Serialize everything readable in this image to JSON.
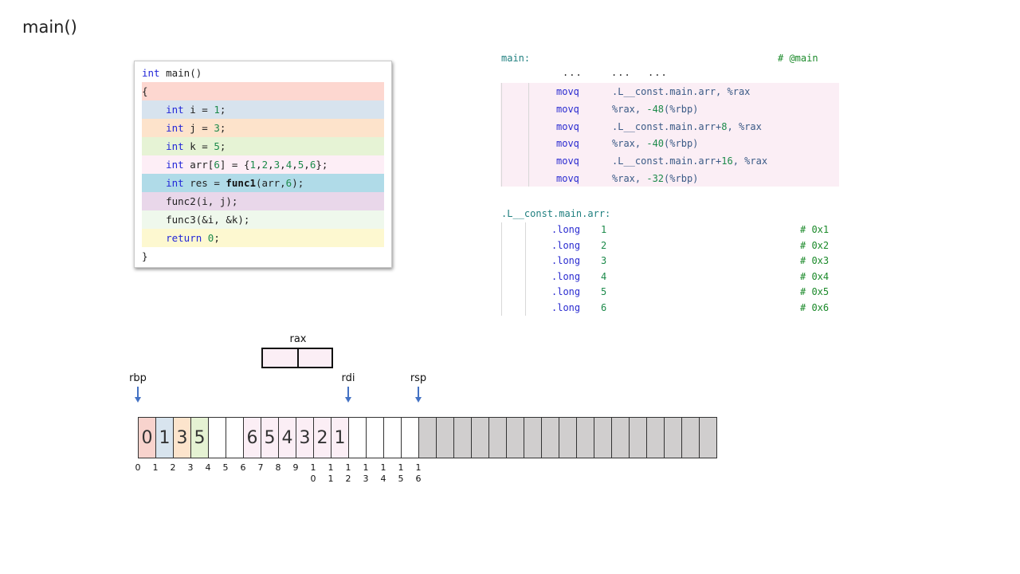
{
  "title": "main()",
  "c_code": {
    "lines": [
      {
        "parts": [
          {
            "t": "int",
            "c": "kw"
          },
          {
            "t": " main()",
            "c": ""
          }
        ],
        "bg": "#ffffff"
      },
      {
        "parts": [
          {
            "t": "{",
            "c": ""
          }
        ],
        "bg": "#fdd7d0"
      },
      {
        "parts": [
          {
            "t": "    ",
            "c": ""
          },
          {
            "t": "int",
            "c": "kw"
          },
          {
            "t": " i = ",
            "c": ""
          },
          {
            "t": "1",
            "c": "num"
          },
          {
            "t": ";",
            "c": ""
          }
        ],
        "bg": "#d7e3ee"
      },
      {
        "parts": [
          {
            "t": "    ",
            "c": ""
          },
          {
            "t": "int",
            "c": "kw"
          },
          {
            "t": " j = ",
            "c": ""
          },
          {
            "t": "3",
            "c": "num"
          },
          {
            "t": ";",
            "c": ""
          }
        ],
        "bg": "#fde3cb"
      },
      {
        "parts": [
          {
            "t": "    ",
            "c": ""
          },
          {
            "t": "int",
            "c": "kw"
          },
          {
            "t": " k = ",
            "c": ""
          },
          {
            "t": "5",
            "c": "num"
          },
          {
            "t": ";",
            "c": ""
          }
        ],
        "bg": "#e6f3d5"
      },
      {
        "parts": [
          {
            "t": "    ",
            "c": ""
          },
          {
            "t": "int",
            "c": "kw"
          },
          {
            "t": " arr[",
            "c": ""
          },
          {
            "t": "6",
            "c": "num"
          },
          {
            "t": "] = {",
            "c": ""
          },
          {
            "t": "1",
            "c": "num"
          },
          {
            "t": ",",
            "c": ""
          },
          {
            "t": "2",
            "c": "num"
          },
          {
            "t": ",",
            "c": ""
          },
          {
            "t": "3",
            "c": "num"
          },
          {
            "t": ",",
            "c": ""
          },
          {
            "t": "4",
            "c": "num"
          },
          {
            "t": ",",
            "c": ""
          },
          {
            "t": "5",
            "c": "num"
          },
          {
            "t": ",",
            "c": ""
          },
          {
            "t": "6",
            "c": "num"
          },
          {
            "t": "};",
            "c": ""
          }
        ],
        "bg": "#fdeef6"
      },
      {
        "parts": [
          {
            "t": "    ",
            "c": ""
          },
          {
            "t": "int",
            "c": "kw"
          },
          {
            "t": " res = ",
            "c": ""
          },
          {
            "t": "func1",
            "c": "fn"
          },
          {
            "t": "(arr,",
            "c": ""
          },
          {
            "t": "6",
            "c": "num"
          },
          {
            "t": ");",
            "c": ""
          }
        ],
        "bg": "#b0dbe8"
      },
      {
        "parts": [
          {
            "t": "    func2(i, j);",
            "c": ""
          }
        ],
        "bg": "#e9d7ea"
      },
      {
        "parts": [
          {
            "t": "    func3(&i, &k);",
            "c": ""
          }
        ],
        "bg": "#eff8ec"
      },
      {
        "parts": [
          {
            "t": "    ",
            "c": ""
          },
          {
            "t": "return",
            "c": "kw"
          },
          {
            "t": " ",
            "c": ""
          },
          {
            "t": "0",
            "c": "num"
          },
          {
            "t": ";",
            "c": ""
          }
        ],
        "bg": "#fdf8d0"
      },
      {
        "parts": [
          {
            "t": "}",
            "c": ""
          }
        ],
        "bg": "#ffffff"
      }
    ]
  },
  "asm": {
    "main_label": "main:",
    "main_comment": "# @main",
    "dots": [
      "...",
      "...",
      "..."
    ],
    "instructions": [
      {
        "op": "movq",
        "args": [
          {
            "t": ".L__const.main.arr, %rax",
            "c": "asm-arg"
          }
        ]
      },
      {
        "op": "movq",
        "args": [
          {
            "t": "%rax, ",
            "c": "asm-arg"
          },
          {
            "t": "-48",
            "c": "asm-num"
          },
          {
            "t": "(%rbp)",
            "c": "asm-arg"
          }
        ]
      },
      {
        "op": "movq",
        "args": [
          {
            "t": ".L__const.main.arr+",
            "c": "asm-arg"
          },
          {
            "t": "8",
            "c": "asm-num"
          },
          {
            "t": ", %rax",
            "c": "asm-arg"
          }
        ]
      },
      {
        "op": "movq",
        "args": [
          {
            "t": "%rax, ",
            "c": "asm-arg"
          },
          {
            "t": "-40",
            "c": "asm-num"
          },
          {
            "t": "(%rbp)",
            "c": "asm-arg"
          }
        ]
      },
      {
        "op": "movq",
        "args": [
          {
            "t": ".L__const.main.arr+",
            "c": "asm-arg"
          },
          {
            "t": "16",
            "c": "asm-num"
          },
          {
            "t": ", %rax",
            "c": "asm-arg"
          }
        ]
      },
      {
        "op": "movq",
        "args": [
          {
            "t": "%rax, ",
            "c": "asm-arg"
          },
          {
            "t": "-32",
            "c": "asm-num"
          },
          {
            "t": "(%rbp)",
            "c": "asm-arg"
          }
        ]
      }
    ],
    "const_label": ".L__const.main.arr:",
    "const_entries": [
      {
        "op": ".long",
        "value": "1",
        "comment": "# 0x1"
      },
      {
        "op": ".long",
        "value": "2",
        "comment": "# 0x2"
      },
      {
        "op": ".long",
        "value": "3",
        "comment": "# 0x3"
      },
      {
        "op": ".long",
        "value": "4",
        "comment": "# 0x4"
      },
      {
        "op": ".long",
        "value": "5",
        "comment": "# 0x5"
      },
      {
        "op": ".long",
        "value": "6",
        "comment": "# 0x6"
      }
    ]
  },
  "memory": {
    "registers": {
      "rax": "rax",
      "rbp": "rbp",
      "rdi": "rdi",
      "rsp": "rsp"
    },
    "pointer_positions": {
      "rbp": 0,
      "rdi": 12,
      "rsp": 16
    },
    "rax_cells": 2,
    "cells": [
      {
        "value": "0",
        "color": "#f8d3cd"
      },
      {
        "value": "1",
        "color": "#d8e4ee"
      },
      {
        "value": "3",
        "color": "#fce4cc"
      },
      {
        "value": "5",
        "color": "#e5f2d3"
      },
      {
        "value": "",
        "color": "#ffffff"
      },
      {
        "value": "",
        "color": "#ffffff"
      },
      {
        "value": "6",
        "color": "#fbeef5"
      },
      {
        "value": "5",
        "color": "#fbeef5"
      },
      {
        "value": "4",
        "color": "#fbeef5"
      },
      {
        "value": "3",
        "color": "#fbeef5"
      },
      {
        "value": "2",
        "color": "#fbeef5"
      },
      {
        "value": "1",
        "color": "#fbeef5"
      },
      {
        "value": "",
        "color": "#ffffff"
      },
      {
        "value": "",
        "color": "#ffffff"
      },
      {
        "value": "",
        "color": "#ffffff"
      },
      {
        "value": "",
        "color": "#ffffff"
      }
    ],
    "unused_cells": 17,
    "unused_color": "#d0cece",
    "ticks": [
      "0",
      "1",
      "2",
      "3",
      "4",
      "5",
      "6",
      "7",
      "8",
      "9",
      "10",
      "11",
      "12",
      "13",
      "14",
      "15",
      "16"
    ]
  }
}
